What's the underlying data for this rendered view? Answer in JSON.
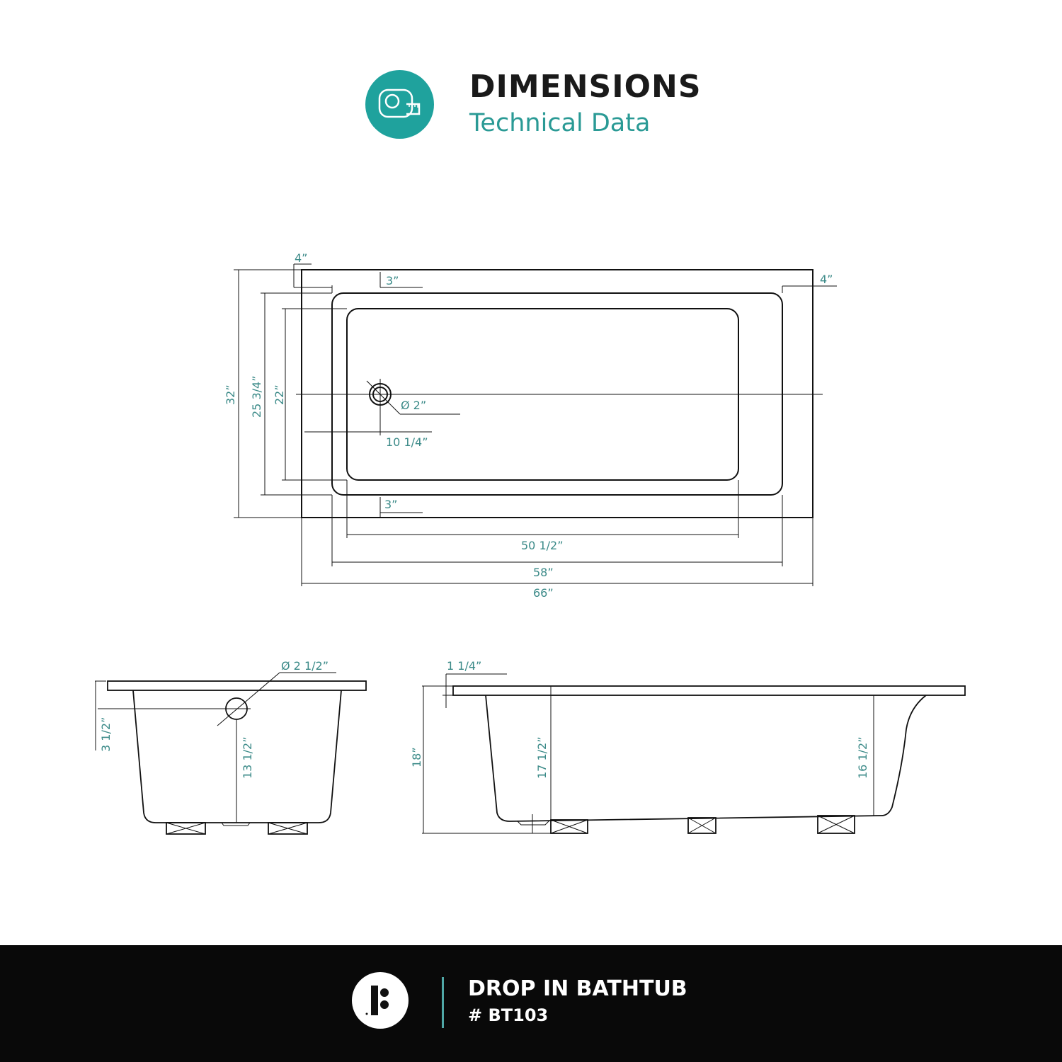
{
  "header": {
    "icon": "tape-measure-icon",
    "title": "DIMENSIONS",
    "subtitle": "Technical Data",
    "accent_color": "#1fa29d"
  },
  "top_view": {
    "overall_width": "66”",
    "outer_basin_width": "58”",
    "inner_floor_width": "50 1/2”",
    "overall_depth": "32”",
    "outer_basin_depth": "25 3/4”",
    "inner_floor_depth": "22”",
    "left_deck": "4”",
    "right_deck": "4”",
    "top_deck": "3”",
    "bottom_deck": "3”",
    "drain_diameter": "Ø 2”",
    "drain_offset": "10 1/4”"
  },
  "end_view": {
    "overflow_diameter": "Ø 2 1/2”",
    "overflow_from_top": "3 1/2”",
    "overflow_height": "13 1/2”"
  },
  "side_view": {
    "rim_thickness": "1 1/4”",
    "overall_height": "18”",
    "depth_drain_end": "17 1/2”",
    "depth_far_end": "16 1/2”"
  },
  "footer": {
    "product_name": "DROP IN BATHTUB",
    "model_number": "# BT103",
    "background_color": "#090909"
  }
}
